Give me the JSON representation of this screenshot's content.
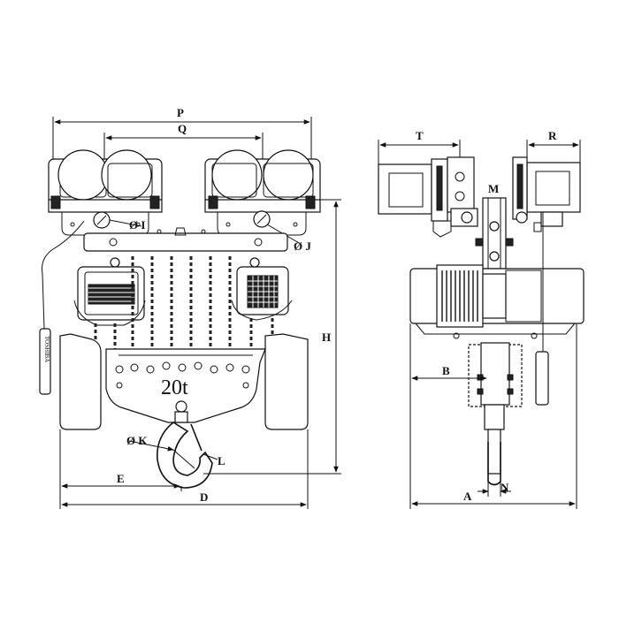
{
  "dimension_labels": {
    "P": "P",
    "Q": "Q",
    "T": "T",
    "R": "R",
    "M": "M",
    "I": "Ø I",
    "J": "Ø J",
    "H": "H",
    "B": "B",
    "K": "Ø K",
    "L": "L",
    "E": "E",
    "D": "D",
    "A": "A",
    "N": "N"
  },
  "capacity_label": "20t",
  "pendant_text": "TOSHIBA"
}
